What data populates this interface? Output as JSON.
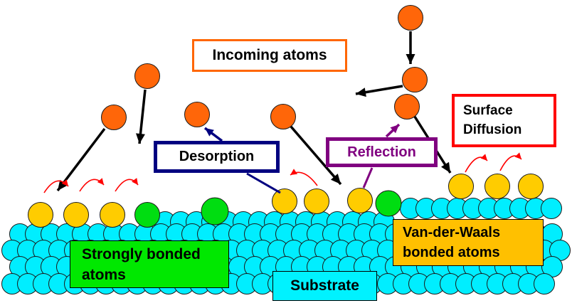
{
  "labels": {
    "incoming_atoms": {
      "text": "Incoming atoms"
    },
    "desorption": {
      "text": "Desorption"
    },
    "reflection": {
      "text": "Reflection"
    },
    "surface_diffusion": {
      "line1": "Surface",
      "line2": "Diffusion"
    },
    "strongly_bonded": {
      "line1": "Strongly bonded",
      "line2": "atoms"
    },
    "van_der_waals": {
      "line1": "Van-der-Waals",
      "line2": "bonded atoms"
    },
    "substrate": {
      "text": "Substrate"
    }
  },
  "colors": {
    "background": "#ffffff",
    "incoming_atom": "#ff6609",
    "weakly_bonded_atom": "#ffcc00",
    "strongly_bonded_atom": "#00dd11",
    "substrate_atom": "#00eeff",
    "atom_outline": "#1a1a1a",
    "incoming_box_border": "#ff6600",
    "desorption_box_border": "#000080",
    "reflection_box_border": "#800080",
    "reflection_text": "#800080",
    "surface_diffusion_box_border": "#ff0000",
    "strongly_bonded_box_bg": "#00e800",
    "van_der_waals_box_bg": "#ffc000",
    "substrate_box_bg": "#00f2ff",
    "trajectory_arrow": "#000000",
    "desorption_arrow": "#000080",
    "reflection_arrow": "#800080",
    "diffusion_hop_arrow": "#ff0000"
  }
}
